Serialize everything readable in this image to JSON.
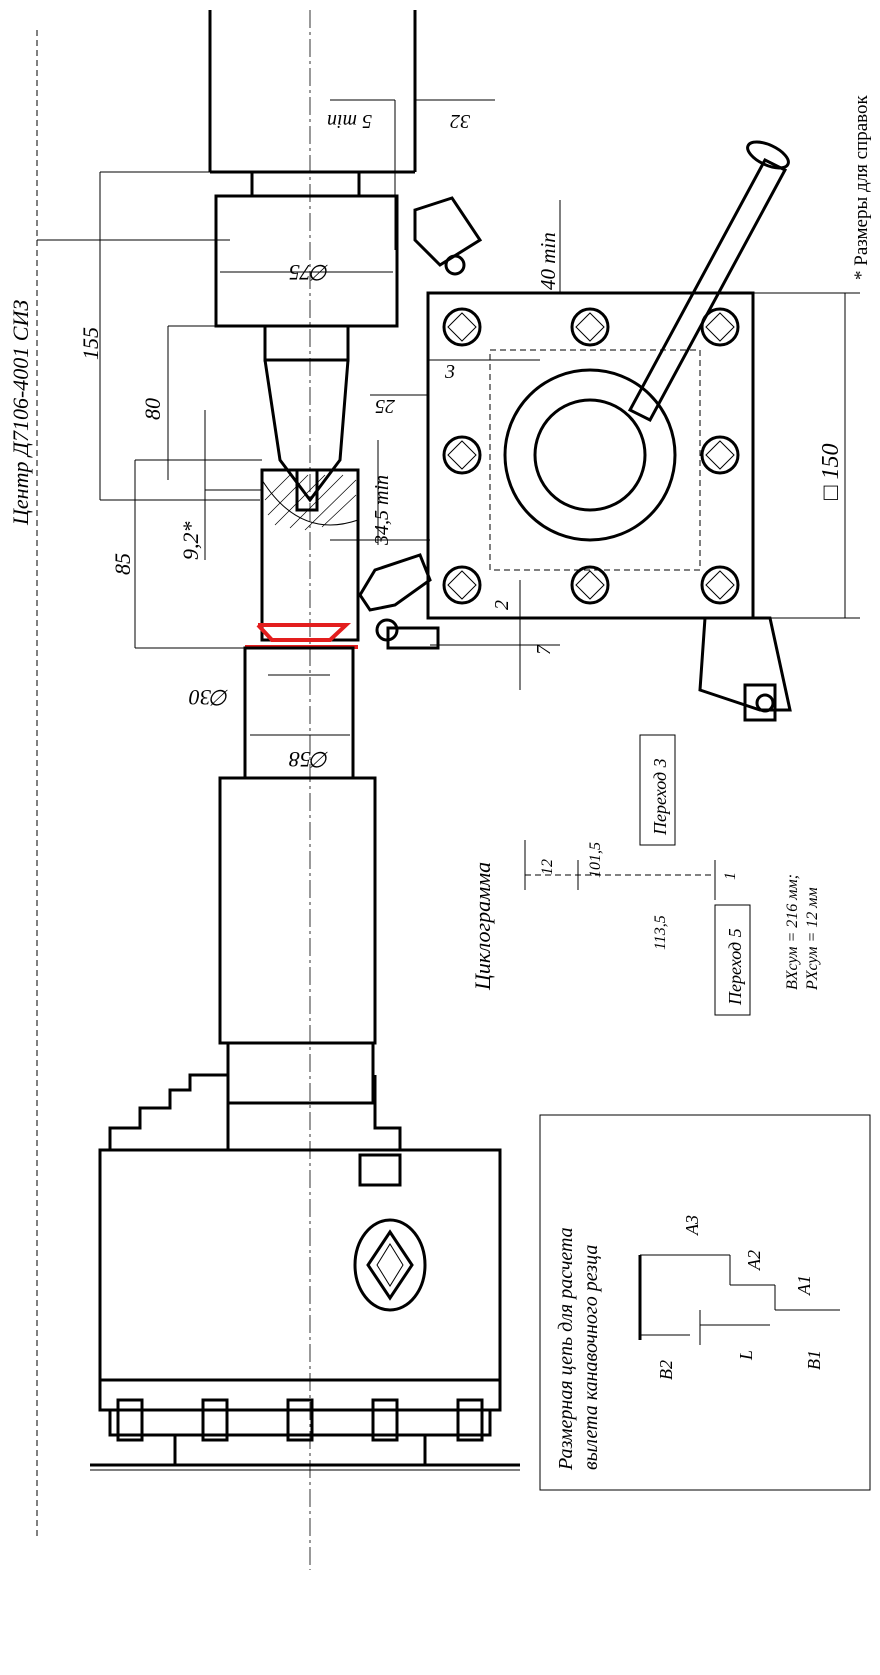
{
  "colors": {
    "line": "#000000",
    "highlight": "#e31e1e",
    "background": "#ffffff"
  },
  "labels": {
    "center_title": "Центр Д7106-4001 СИЗ",
    "note": "* Размеры для справок",
    "cyclogram_title": "Циклограмма",
    "transition_3": "Переход 3",
    "transition_5": "Переход 5",
    "chain_title_1": "Размерная цепь для расчета",
    "chain_title_2": "вылета канавочного резца",
    "bx_sum": "BXсум = 216 мм;",
    "px_sum": "PXсум = 12 мм"
  },
  "dimensions": {
    "d_5min": "5 min",
    "d_32": "32",
    "d_40min": "40 min",
    "d_155": "155",
    "d_phi75": "∅75",
    "d_80": "80",
    "d_25": "25",
    "d_3": "3",
    "d_150": "□ 150",
    "d_345min": "34,5 min",
    "d_92": "9,2*",
    "d_85": "85",
    "d_2": "2",
    "d_7": "7",
    "d_1": "1",
    "d_phi30": "∅30",
    "d_phi58": "∅58"
  },
  "cyclogram": {
    "v_12": "12",
    "v_1015": "101,5",
    "v_1135": "113,5",
    "v_1": "1"
  },
  "chain_labels": {
    "A3": "A3",
    "A2": "A2",
    "A1": "A1",
    "B2": "B2",
    "L": "L",
    "B1": "B1"
  }
}
